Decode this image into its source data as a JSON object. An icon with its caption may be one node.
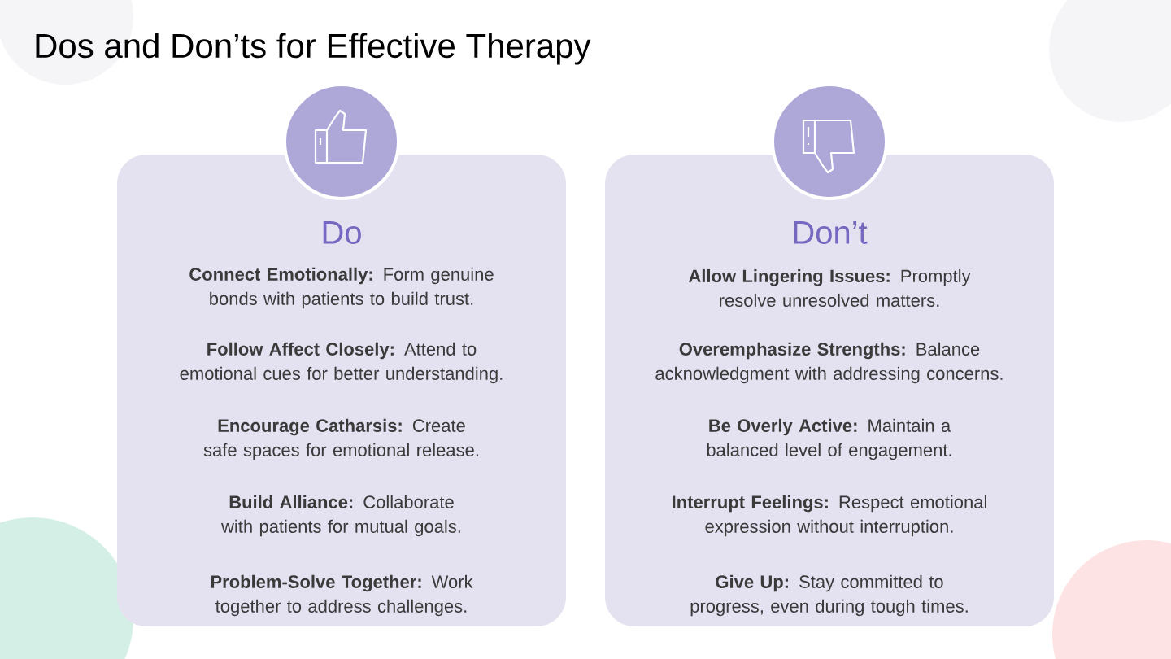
{
  "diagram": {
    "title": "Dos and Don’ts for Effective Therapy",
    "nodes": [
      {
        "text": [
          "Do",
          "**Connect Emotionally:** Form genuine bonds with patients to build trust.",
          "**Follow Affect Closely:** Attend to emotional cues for better understanding.",
          "**Encourage Catharsis:** Create safe spaces for emotional release.",
          "**Build Alliance:** Collaborate with patients for mutual goals.",
          "**Problem-Solve Together:** Work together to address challenges."
        ]
      },
      {
        "text": [
          "Don’t",
          "**Allow Lingering Issues:** Promptly resolve unresolved matters.",
          "**Overemphasize Strengths:** Balance acknowledgment with addressing concerns.",
          "**Be Overly Active:** Maintain a balanced level of engagement.",
          "**Interrupt Feelings:** Respect emotional expression without interruption.",
          "**Give Up:** Stay committed to progress, even during tough times."
        ]
      }
    ]
  }
}
